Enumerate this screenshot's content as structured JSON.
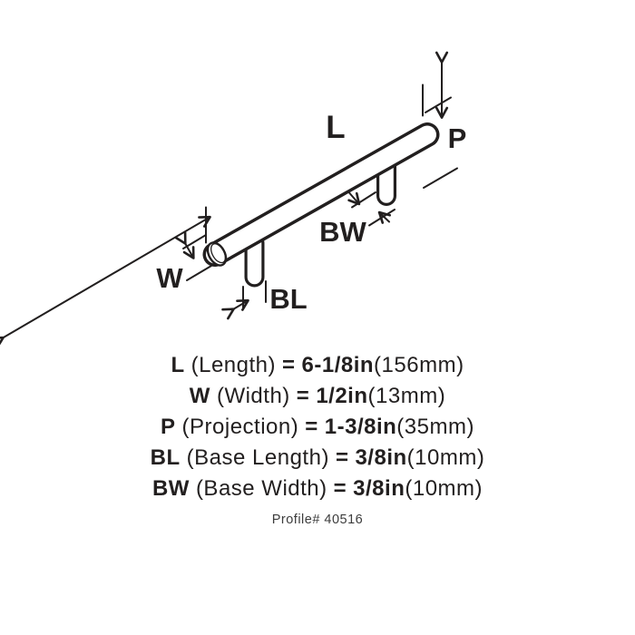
{
  "diagram": {
    "labels": {
      "length": "L",
      "projection": "P",
      "base_width": "BW",
      "width": "W",
      "base_length": "BL"
    }
  },
  "specs": [
    {
      "label": "L",
      "desc": "(Length)",
      "equals": "=",
      "value": "6-1/8in",
      "metric": "(156mm)"
    },
    {
      "label": "W",
      "desc": "(Width)",
      "equals": "=",
      "value": "1/2in",
      "metric": "(13mm)"
    },
    {
      "label": "P",
      "desc": "(Projection)",
      "equals": "=",
      "value": "1-3/8in",
      "metric": "(35mm)"
    },
    {
      "label": "BL",
      "desc": "(Base Length)",
      "equals": "=",
      "value": "3/8in",
      "metric": "(10mm)"
    },
    {
      "label": "BW",
      "desc": "(Base Width)",
      "equals": "=",
      "value": "3/8in",
      "metric": "(10mm)"
    }
  ],
  "footer": {
    "profile": "Profile# 40516"
  },
  "colors": {
    "line": "#221f1f",
    "background": "#ffffff"
  }
}
